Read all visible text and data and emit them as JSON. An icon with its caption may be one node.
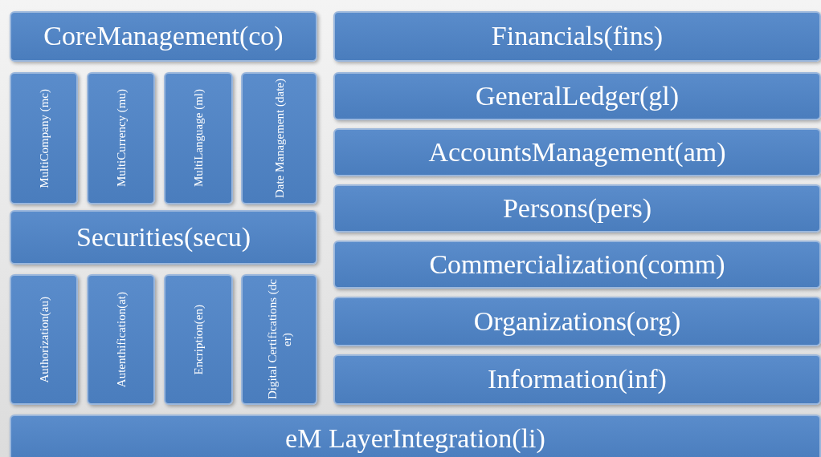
{
  "diagram": {
    "nodes": [
      {
        "text": [
          "CoreManagement(co)"
        ]
      },
      {
        "text": [
          "MultiCompany (mc)"
        ]
      },
      {
        "text": [
          "MultiCurrency (mu)"
        ]
      },
      {
        "text": [
          "MultiLanguage (ml)"
        ]
      },
      {
        "text": [
          "Date Management (date)"
        ]
      },
      {
        "text": [
          "Securities(secu)"
        ]
      },
      {
        "text": [
          "Authorization(au)"
        ]
      },
      {
        "text": [
          "Autenthification(at)"
        ]
      },
      {
        "text": [
          "Encription(en)"
        ]
      },
      {
        "text": [
          "Digital Certifications (dcer)"
        ]
      },
      {
        "text": [
          "Financials(fins)"
        ]
      },
      {
        "text": [
          "GeneralLedger(gl)"
        ]
      },
      {
        "text": [
          "AccountsManagement(am)"
        ]
      },
      {
        "text": [
          "Persons(pers)"
        ]
      },
      {
        "text": [
          "Commercialization(comm)"
        ]
      },
      {
        "text": [
          "Organizations(org)"
        ]
      },
      {
        "text": [
          "Information(inf)"
        ]
      },
      {
        "text": [
          "eM LayerIntegration(li)"
        ]
      }
    ]
  }
}
